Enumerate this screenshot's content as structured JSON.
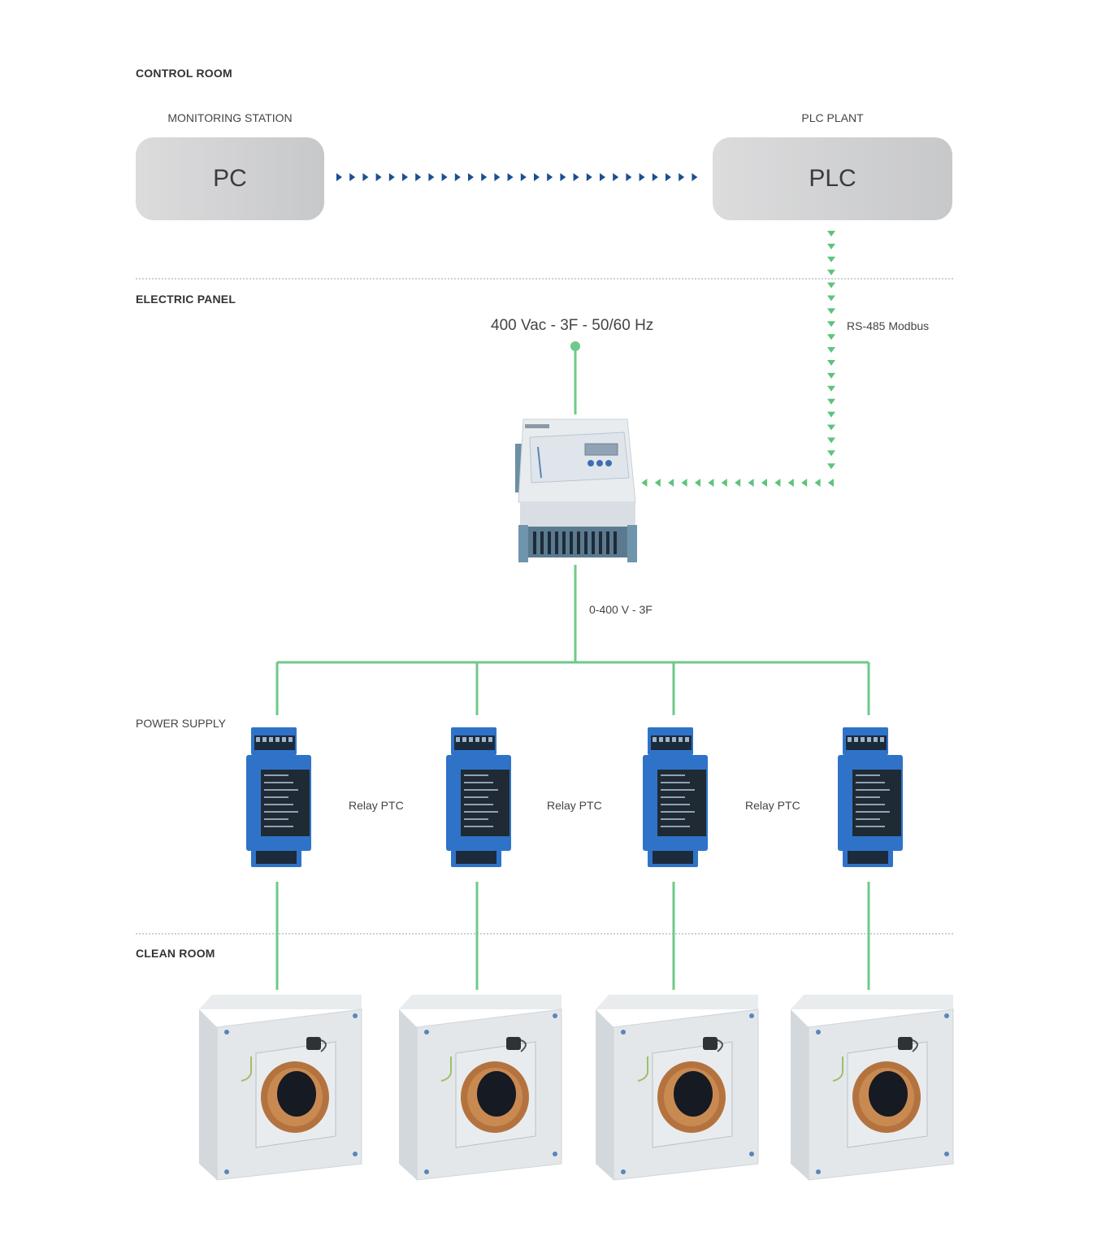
{
  "sections": {
    "control_room": "CONTROL ROOM",
    "electric_panel": "ELECTRIC PANEL",
    "power_supply": "POWER SUPPLY",
    "clean_room": "CLEAN ROOM"
  },
  "control_room": {
    "pc": {
      "caption": "MONITORING STATION",
      "label": "PC"
    },
    "plc": {
      "caption": "PLC PLANT",
      "label": "PLC"
    }
  },
  "electric_panel": {
    "supply_label": "400 Vac - 3F - 50/60 Hz",
    "bus_label": "RS-485 Modbus",
    "output_label": "0-400 V - 3F",
    "device": "inverter-icon"
  },
  "power_supply": {
    "relay_label": "Relay PTC",
    "relays": [
      {
        "icon": "relay-module-icon"
      },
      {
        "icon": "relay-module-icon"
      },
      {
        "icon": "relay-module-icon"
      },
      {
        "icon": "relay-module-icon"
      }
    ],
    "between_labels": [
      "Relay PTC",
      "Relay PTC",
      "Relay PTC"
    ]
  },
  "clean_room": {
    "units": [
      {
        "icon": "fan-filter-unit-icon"
      },
      {
        "icon": "fan-filter-unit-icon"
      },
      {
        "icon": "fan-filter-unit-icon"
      },
      {
        "icon": "fan-filter-unit-icon"
      }
    ]
  },
  "colors": {
    "data_link": "#1d4f8f",
    "bus_link": "#5cc47a",
    "power_line": "#6fc98a",
    "box": "#c9cacc",
    "relay_blue": "#2f73c9"
  }
}
